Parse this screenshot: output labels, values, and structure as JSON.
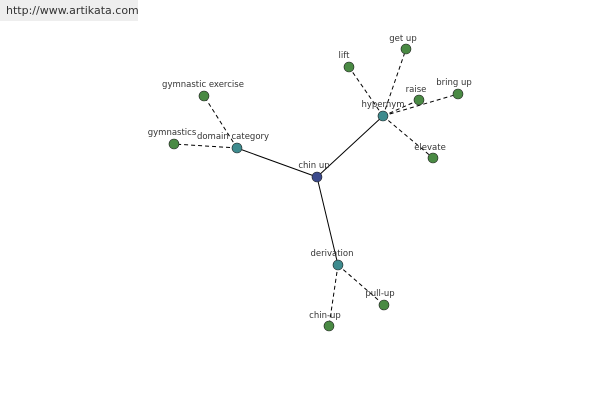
{
  "watermark": "http://www.artikata.com",
  "colors": {
    "root": "#3b4a8c",
    "relation": "#3e8b8e",
    "leaf": "#4a8a44",
    "edge": "#000000",
    "label": "#333333"
  },
  "graph": {
    "nodes": [
      {
        "id": "chin-up-root",
        "label": "chin up",
        "kind": "root"
      },
      {
        "id": "hypernym",
        "label": "hypernym",
        "kind": "relation"
      },
      {
        "id": "domain-category",
        "label": "domain category",
        "kind": "relation"
      },
      {
        "id": "derivation",
        "label": "derivation",
        "kind": "relation"
      },
      {
        "id": "lift",
        "label": "lift",
        "kind": "leaf"
      },
      {
        "id": "get-up",
        "label": "get up",
        "kind": "leaf"
      },
      {
        "id": "raise",
        "label": "raise",
        "kind": "leaf"
      },
      {
        "id": "bring-up",
        "label": "bring up",
        "kind": "leaf"
      },
      {
        "id": "elevate",
        "label": "elevate",
        "kind": "leaf"
      },
      {
        "id": "gymnastic-exercise",
        "label": "gymnastic exercise",
        "kind": "leaf"
      },
      {
        "id": "gymnastics",
        "label": "gymnastics",
        "kind": "leaf"
      },
      {
        "id": "pull-up",
        "label": "pull-up",
        "kind": "leaf"
      },
      {
        "id": "chin-up-leaf",
        "label": "chin-up",
        "kind": "leaf"
      }
    ],
    "edges": [
      {
        "from": "chin-up-root",
        "to": "hypernym",
        "style": "solid"
      },
      {
        "from": "chin-up-root",
        "to": "domain-category",
        "style": "solid"
      },
      {
        "from": "chin-up-root",
        "to": "derivation",
        "style": "solid"
      },
      {
        "from": "hypernym",
        "to": "lift",
        "style": "dashed"
      },
      {
        "from": "hypernym",
        "to": "get-up",
        "style": "dashed"
      },
      {
        "from": "hypernym",
        "to": "raise",
        "style": "dashed"
      },
      {
        "from": "hypernym",
        "to": "bring-up",
        "style": "dashed"
      },
      {
        "from": "hypernym",
        "to": "elevate",
        "style": "dashed"
      },
      {
        "from": "domain-category",
        "to": "gymnastic-exercise",
        "style": "dashed"
      },
      {
        "from": "domain-category",
        "to": "gymnastics",
        "style": "dashed"
      },
      {
        "from": "derivation",
        "to": "pull-up",
        "style": "dashed"
      },
      {
        "from": "derivation",
        "to": "chin-up-leaf",
        "style": "dashed"
      }
    ]
  }
}
